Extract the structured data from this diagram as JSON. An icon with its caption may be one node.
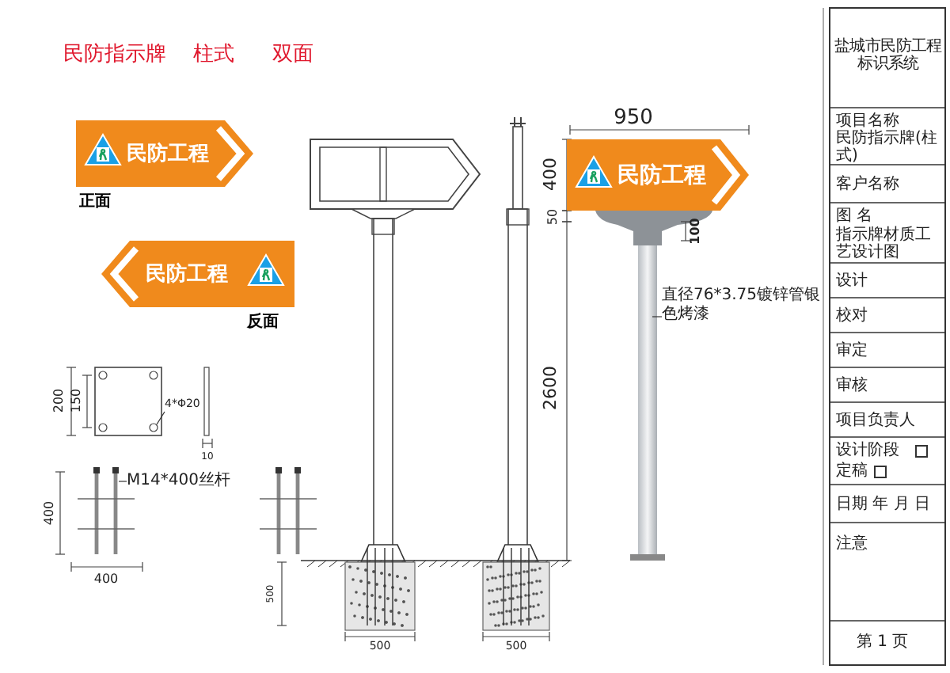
{
  "diagram": {
    "nodes": [
      {
        "text": [
          "民防工程"
        ],
        "beside": [
          "正面"
        ]
      },
      {
        "text": [
          "民防工程"
        ],
        "beside": [
          "反面"
        ]
      },
      {
        "text": [
          "民防工程"
        ]
      },
      {
        "text": [
          "直径76*3.75镀锌管银色烤漆"
        ]
      },
      {
        "text": [
          "4*Φ20"
        ]
      },
      {
        "text": [
          "M14*400丝杆"
        ]
      }
    ],
    "edges": [
      {
        "from": 3,
        "to": null,
        "arrow": "none"
      },
      {
        "from": 4,
        "to": null,
        "arrow": "none"
      },
      {
        "from": 5,
        "to": null,
        "arrow": "none"
      }
    ],
    "labels": [
      "民防指示牌",
      "柱式",
      "双面",
      "950",
      "400",
      "50",
      "100",
      "2600",
      "200",
      "150",
      "10",
      "400",
      "400",
      "500",
      "500",
      "500",
      "盐城市民防工程标识系统",
      "项目名称",
      "民防指示牌(柱式)",
      "客户名称",
      "图 名",
      "指示牌材质工艺设计图",
      "设计",
      "校对",
      "审定",
      "审核",
      "项目负责人",
      "设计阶段",
      "定稿",
      "日期 年 月 日",
      "注意",
      "第 1 页"
    ]
  }
}
